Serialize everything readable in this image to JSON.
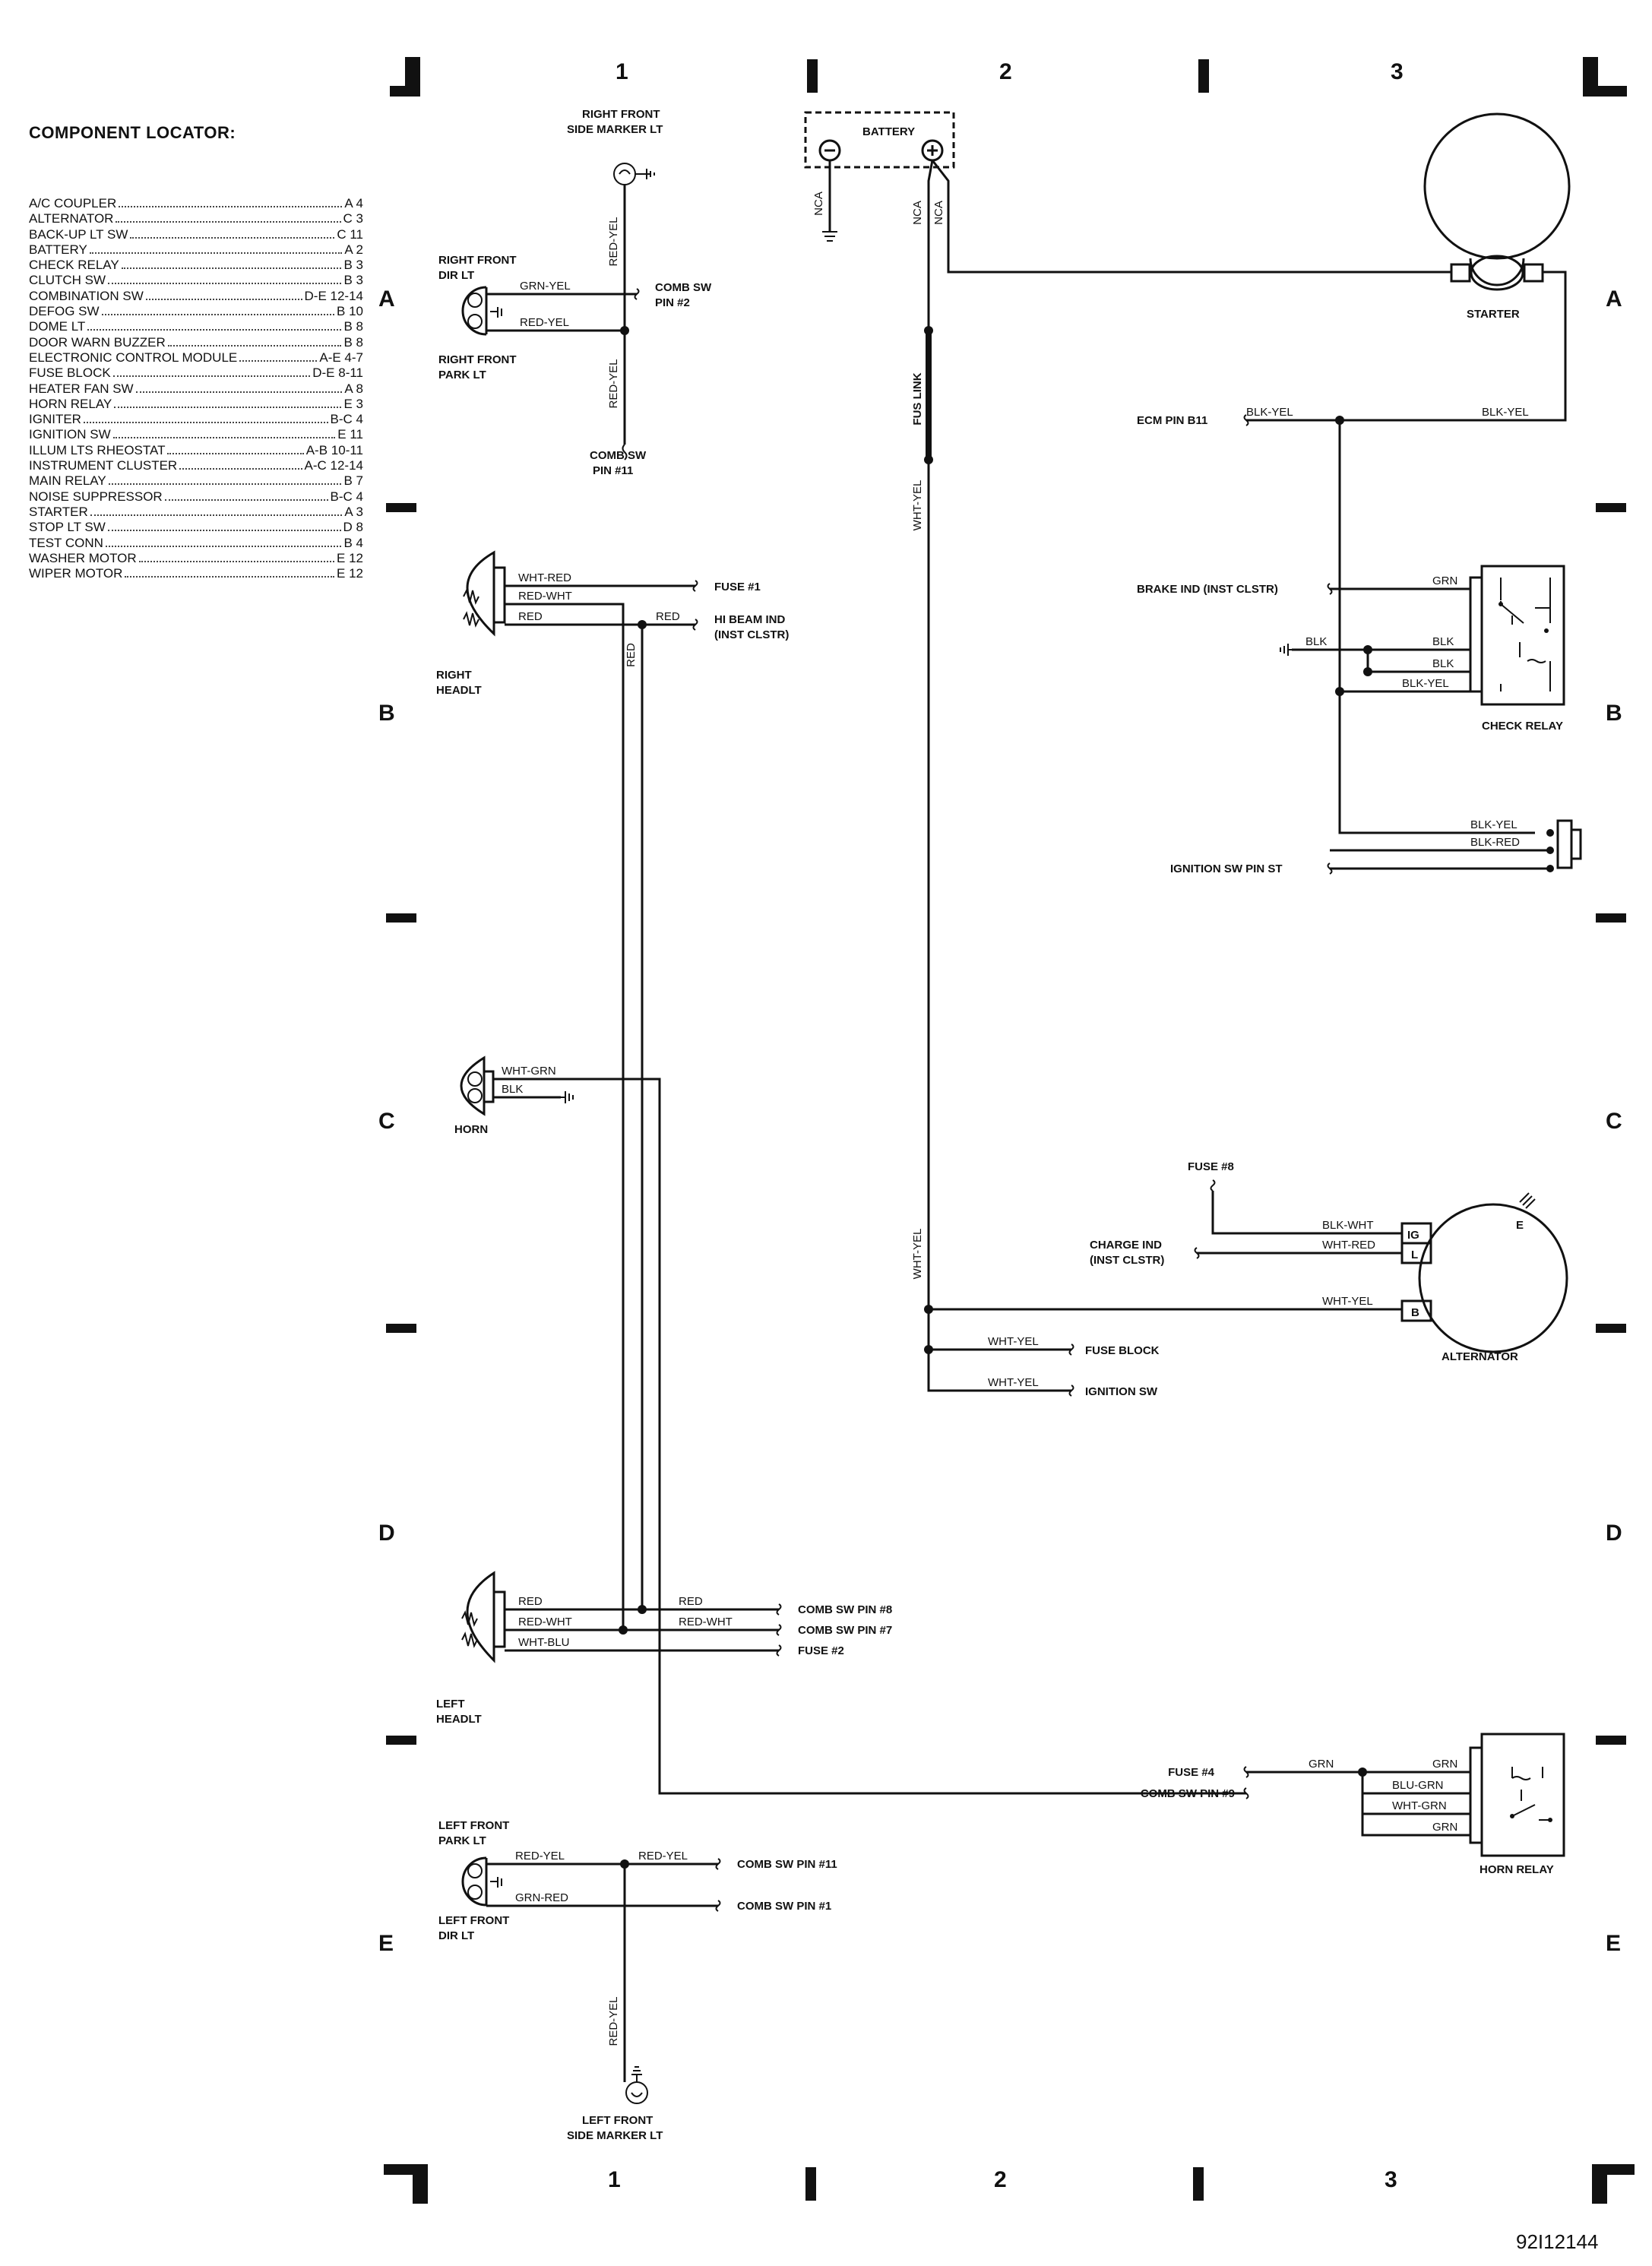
{
  "locator": {
    "title": "COMPONENT LOCATOR:",
    "items": [
      {
        "name": "A/C COUPLER",
        "loc": "A 4"
      },
      {
        "name": "ALTERNATOR",
        "loc": "C 3"
      },
      {
        "name": "BACK-UP LT SW",
        "loc": "C 11"
      },
      {
        "name": "BATTERY",
        "loc": "A 2"
      },
      {
        "name": "CHECK RELAY",
        "loc": "B 3"
      },
      {
        "name": "CLUTCH SW",
        "loc": "B 3"
      },
      {
        "name": "COMBINATION SW",
        "loc": "D-E 12-14"
      },
      {
        "name": "DEFOG SW",
        "loc": "B 10"
      },
      {
        "name": "DOME LT",
        "loc": "B 8"
      },
      {
        "name": "DOOR WARN BUZZER",
        "loc": "B 8"
      },
      {
        "name": "ELECTRONIC CONTROL MODULE",
        "loc": "A-E 4-7"
      },
      {
        "name": "FUSE BLOCK",
        "loc": "D-E 8-11"
      },
      {
        "name": "HEATER FAN SW",
        "loc": "A 8"
      },
      {
        "name": "HORN RELAY",
        "loc": "E 3"
      },
      {
        "name": "IGNITER",
        "loc": "B-C 4"
      },
      {
        "name": "IGNITION SW",
        "loc": "E 11"
      },
      {
        "name": "ILLUM LTS RHEOSTAT",
        "loc": "A-B 10-11"
      },
      {
        "name": "INSTRUMENT CLUSTER",
        "loc": "A-C 12-14"
      },
      {
        "name": "MAIN RELAY",
        "loc": "B 7"
      },
      {
        "name": "NOISE SUPPRESSOR",
        "loc": "B-C 4"
      },
      {
        "name": "STARTER",
        "loc": "A 3"
      },
      {
        "name": "STOP LT SW",
        "loc": "D 8"
      },
      {
        "name": "TEST CONN",
        "loc": "B 4"
      },
      {
        "name": "WASHER MOTOR",
        "loc": "E 12"
      },
      {
        "name": "WIPER MOTOR",
        "loc": "E 12"
      }
    ]
  },
  "grid": {
    "col1": "1",
    "col2": "2",
    "col3": "3",
    "rowA": "A",
    "rowB": "B",
    "rowC": "C",
    "rowD": "D",
    "rowE": "E"
  },
  "components": {
    "rf_side_marker_1": "RIGHT FRONT",
    "rf_side_marker_2": "SIDE MARKER LT",
    "rf_dir_1": "RIGHT FRONT",
    "rf_dir_2": "DIR LT",
    "rf_park_1": "RIGHT FRONT",
    "rf_park_2": "PARK LT",
    "right_headlt_1": "RIGHT",
    "right_headlt_2": "HEADLT",
    "horn": "HORN",
    "left_headlt_1": "LEFT",
    "left_headlt_2": "HEADLT",
    "lf_park_1": "LEFT FRONT",
    "lf_park_2": "PARK LT",
    "lf_dir_1": "LEFT FRONT",
    "lf_dir_2": "DIR LT",
    "lf_side_marker_1": "LEFT FRONT",
    "lf_side_marker_2": "SIDE MARKER LT",
    "battery": "BATTERY",
    "starter": "STARTER",
    "check_relay": "CHECK RELAY",
    "alternator": "ALTERNATOR",
    "horn_relay": "HORN RELAY"
  },
  "terminals": {
    "comb_sw_pin2_1": "COMB SW",
    "comb_sw_pin2_2": "PIN #2",
    "comb_sw_pin11_1": "COMB SW",
    "comb_sw_pin11_2": "PIN #11",
    "fuse1": "FUSE #1",
    "hi_beam_1": "HI BEAM IND",
    "hi_beam_2": "(INST CLSTR)",
    "comb_sw_pin8": "COMB SW PIN #8",
    "comb_sw_pin7": "COMB SW PIN #7",
    "fuse2": "FUSE #2",
    "comb_sw_pin11": "COMB SW PIN #11",
    "comb_sw_pin1": "COMB SW PIN #1",
    "ecm_pin_b11": "ECM PIN B11",
    "brake_ind": "BRAKE IND (INST CLSTR)",
    "ignition_sw_pin_st": "IGNITION SW PIN ST",
    "fuse8": "FUSE #8",
    "charge_ind_1": "CHARGE IND",
    "charge_ind_2": "(INST CLSTR)",
    "fuse_block": "FUSE BLOCK",
    "ignition_sw": "IGNITION SW",
    "fuse4": "FUSE #4",
    "comb_sw_pin9": "COMB SW PIN #9",
    "alt_ig": "IG",
    "alt_l": "L",
    "alt_b": "B",
    "alt_e": "E"
  },
  "wires": {
    "red_yel": "RED-YEL",
    "grn_yel": "GRN-YEL",
    "grn_red": "GRN-RED",
    "wht_red": "WHT-RED",
    "red_wht": "RED-WHT",
    "red": "RED",
    "wht_grn": "WHT-GRN",
    "blk": "BLK",
    "wht_blu": "WHT-BLU",
    "nca": "NCA",
    "fus_link": "FUS LINK",
    "wht_yel": "WHT-YEL",
    "blk_yel": "BLK-YEL",
    "blk_red": "BLK-RED",
    "grn": "GRN",
    "blk_wht": "BLK-WHT",
    "blu_grn": "BLU-GRN"
  },
  "figure_id": "92I12144"
}
